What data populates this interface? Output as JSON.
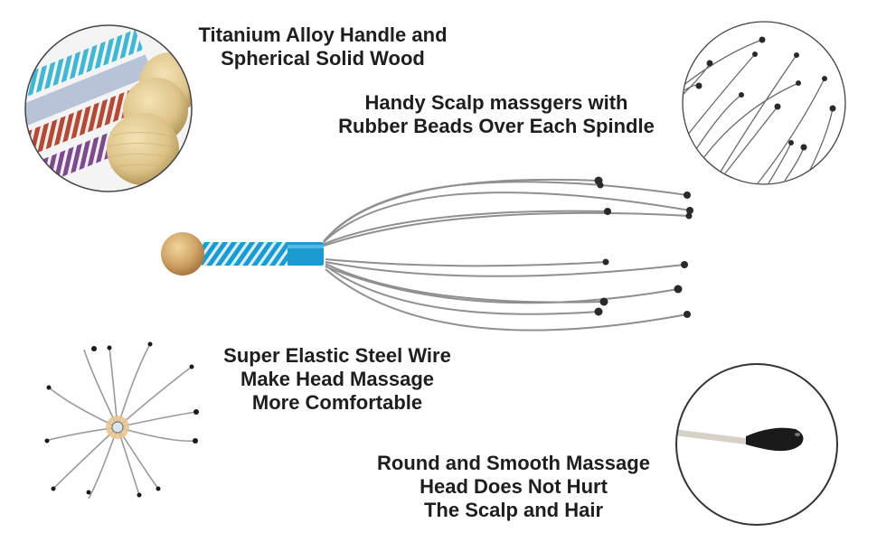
{
  "product": "Scalp Head Massager",
  "features": [
    {
      "id": "handle",
      "lines": [
        "Titanium Alloy Handle and",
        "Spherical Solid Wood"
      ],
      "image": "wooden-ball-handles-closeup"
    },
    {
      "id": "beads",
      "lines": [
        "Handy Scalp massgers with",
        "Rubber Beads Over Each Spindle"
      ],
      "image": "spindles-with-beads-closeup"
    },
    {
      "id": "wire",
      "lines": [
        "Super Elastic Steel Wire",
        "Make Head Massage",
        "More Comfortable"
      ],
      "image": "massager-top-view"
    },
    {
      "id": "tip",
      "lines": [
        "Round and Smooth Massage",
        "Head Does Not Hurt",
        "The Scalp and Hair"
      ],
      "image": "bead-tip-closeup"
    }
  ],
  "colors": {
    "text": "#1e1e1e",
    "handle_blue": "#1c9bd1",
    "wood": "#d2a66a",
    "wire": "#9a9a9a",
    "bead": "#2a2a2a",
    "circle_border": "#444444"
  }
}
